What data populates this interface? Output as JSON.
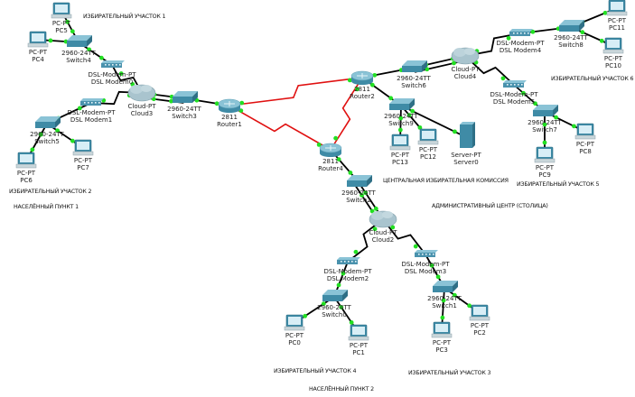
{
  "diagram": {
    "type": "network-topology",
    "tool": "Cisco Packet Tracer",
    "area_labels": [
      {
        "id": "area1",
        "text": "ИЗБИРАТЕЛЬНЫЙ УЧАСТОК 1"
      },
      {
        "id": "area2",
        "text": "ИЗБИРАТЕЛЬНЫЙ УЧАСТОК 2"
      },
      {
        "id": "settlement1",
        "text": "НАСЕЛЁННЫЙ ПУНКТ 1"
      },
      {
        "id": "central",
        "text": "ЦЕНТРАЛЬНАЯ ИЗБИРАТЕЛЬНАЯ КОМИССИЯ"
      },
      {
        "id": "admin",
        "text": "АДМИНИСТРАТИВНЫЙ ЦЕНТР (СТОЛИЦА)"
      },
      {
        "id": "area6",
        "text": "ИЗБИРАТЕЛЬНЫЙ УЧАСТОК 6"
      },
      {
        "id": "area5",
        "text": "ИЗБИРАТЕЛЬНЫЙ УЧАСТОК 5"
      },
      {
        "id": "area4",
        "text": "ИЗБИРАТЕЛЬНЫЙ УЧАСТОК 4"
      },
      {
        "id": "area3",
        "text": "ИЗБИРАТЕЛЬНЫЙ УЧАСТОК 3"
      },
      {
        "id": "settlement2",
        "text": "НАСЕЛЁННЫЙ ПУНКТ 2"
      }
    ],
    "nodes": [
      {
        "id": "PC5",
        "kind": "pc",
        "model": "PC-PT",
        "name": "PC5"
      },
      {
        "id": "PC4",
        "kind": "pc",
        "model": "PC-PT",
        "name": "PC4"
      },
      {
        "id": "Switch4",
        "kind": "switch",
        "model": "2960-24TT",
        "name": "Switch4"
      },
      {
        "id": "DSLModem0",
        "kind": "modem",
        "model": "DSL-Modem-PT",
        "name": "DSL Modem0"
      },
      {
        "id": "Cloud3",
        "kind": "cloud",
        "model": "Cloud-PT",
        "name": "Cloud3"
      },
      {
        "id": "Switch3",
        "kind": "switch",
        "model": "2960-24TT",
        "name": "Switch3"
      },
      {
        "id": "DSLModem1",
        "kind": "modem",
        "model": "DSL-Modem-PT",
        "name": "DSL Modem1"
      },
      {
        "id": "Switch5",
        "kind": "switch",
        "model": "2960-24TT",
        "name": "Switch5"
      },
      {
        "id": "PC6",
        "kind": "pc",
        "model": "PC-PT",
        "name": "PC6"
      },
      {
        "id": "PC7",
        "kind": "pc",
        "model": "PC-PT",
        "name": "PC7"
      },
      {
        "id": "Router1",
        "kind": "router",
        "model": "2811",
        "name": "Router1"
      },
      {
        "id": "Router2",
        "kind": "router",
        "model": "2811",
        "name": "Router2"
      },
      {
        "id": "Router4",
        "kind": "router",
        "model": "2811",
        "name": "Router4"
      },
      {
        "id": "Switch9",
        "kind": "switch",
        "model": "2960-24TT",
        "name": "Switch9"
      },
      {
        "id": "PC13",
        "kind": "pc",
        "model": "PC-PT",
        "name": "PC13"
      },
      {
        "id": "PC12",
        "kind": "pc",
        "model": "PC-PT",
        "name": "PC12"
      },
      {
        "id": "Server0",
        "kind": "server",
        "model": "Server-PT",
        "name": "Server0"
      },
      {
        "id": "Switch6",
        "kind": "switch",
        "model": "2960-24TT",
        "name": "Switch6"
      },
      {
        "id": "Cloud4",
        "kind": "cloud",
        "model": "Cloud-PT",
        "name": "Cloud4"
      },
      {
        "id": "DSLModem4",
        "kind": "modem",
        "model": "DSL-Modem-PT",
        "name": "DSL Modem4"
      },
      {
        "id": "Switch8",
        "kind": "switch",
        "model": "2960-24TT",
        "name": "Switch8"
      },
      {
        "id": "PC11",
        "kind": "pc",
        "model": "PC-PT",
        "name": "PC11"
      },
      {
        "id": "PC10",
        "kind": "pc",
        "model": "PC-PT",
        "name": "PC10"
      },
      {
        "id": "DSLModem5",
        "kind": "modem",
        "model": "DSL-Modem-PT",
        "name": "DSL Modem5"
      },
      {
        "id": "Switch7",
        "kind": "switch",
        "model": "2960-24TT",
        "name": "Switch7"
      },
      {
        "id": "PC8",
        "kind": "pc",
        "model": "PC-PT",
        "name": "PC8"
      },
      {
        "id": "PC9",
        "kind": "pc",
        "model": "PC-PT",
        "name": "PC9"
      },
      {
        "id": "Switch2",
        "kind": "switch",
        "model": "2960-24TT",
        "name": "Switch2"
      },
      {
        "id": "Cloud2",
        "kind": "cloud",
        "model": "Cloud-PT",
        "name": "Cloud2"
      },
      {
        "id": "DSLModem2",
        "kind": "modem",
        "model": "DSL-Modem-PT",
        "name": "DSL Modem2"
      },
      {
        "id": "DSLModem3",
        "kind": "modem",
        "model": "DSL-Modem-PT",
        "name": "DSL Modem3"
      },
      {
        "id": "Switch0",
        "kind": "switch",
        "model": "2960-24TT",
        "name": "Switch0"
      },
      {
        "id": "Switch1",
        "kind": "switch",
        "model": "2960-24TT",
        "name": "Switch1"
      },
      {
        "id": "PC0",
        "kind": "pc",
        "model": "PC-PT",
        "name": "PC0"
      },
      {
        "id": "PC1",
        "kind": "pc",
        "model": "PC-PT",
        "name": "PC1"
      },
      {
        "id": "PC3",
        "kind": "pc",
        "model": "PC-PT",
        "name": "PC3"
      },
      {
        "id": "PC2",
        "kind": "pc",
        "model": "PC-PT",
        "name": "PC2"
      }
    ],
    "links": [
      {
        "from": "PC5",
        "to": "Switch4",
        "type": "ethernet"
      },
      {
        "from": "PC4",
        "to": "Switch4",
        "type": "ethernet"
      },
      {
        "from": "Switch4",
        "to": "DSLModem0",
        "type": "ethernet"
      },
      {
        "from": "DSLModem0",
        "to": "Cloud3",
        "type": "phone"
      },
      {
        "from": "DSLModem1",
        "to": "Cloud3",
        "type": "phone"
      },
      {
        "from": "Switch5",
        "to": "DSLModem1",
        "type": "ethernet"
      },
      {
        "from": "Switch5",
        "to": "PC6",
        "type": "ethernet"
      },
      {
        "from": "Switch5",
        "to": "PC7",
        "type": "ethernet"
      },
      {
        "from": "Cloud3",
        "to": "Switch3",
        "type": "ethernet"
      },
      {
        "from": "Cloud3",
        "to": "Switch3",
        "type": "ethernet",
        "parallel": true
      },
      {
        "from": "Switch3",
        "to": "Router1",
        "type": "ethernet"
      },
      {
        "from": "Router1",
        "to": "Router2",
        "type": "serial"
      },
      {
        "from": "Router1",
        "to": "Router4",
        "type": "serial"
      },
      {
        "from": "Router2",
        "to": "Router4",
        "type": "serial"
      },
      {
        "from": "Router2",
        "to": "Switch6",
        "type": "ethernet"
      },
      {
        "from": "Router2",
        "to": "Switch9",
        "type": "ethernet"
      },
      {
        "from": "Switch9",
        "to": "PC13",
        "type": "ethernet"
      },
      {
        "from": "Switch9",
        "to": "PC12",
        "type": "ethernet"
      },
      {
        "from": "Switch9",
        "to": "Server0",
        "type": "ethernet"
      },
      {
        "from": "Switch6",
        "to": "Cloud4",
        "type": "ethernet"
      },
      {
        "from": "Switch6",
        "to": "Cloud4",
        "type": "ethernet",
        "parallel": true
      },
      {
        "from": "Cloud4",
        "to": "DSLModem4",
        "type": "phone"
      },
      {
        "from": "DSLModem4",
        "to": "Switch8",
        "type": "ethernet"
      },
      {
        "from": "Switch8",
        "to": "PC11",
        "type": "ethernet"
      },
      {
        "from": "Switch8",
        "to": "PC10",
        "type": "ethernet"
      },
      {
        "from": "Cloud4",
        "to": "DSLModem5",
        "type": "phone"
      },
      {
        "from": "DSLModem5",
        "to": "Switch7",
        "type": "ethernet"
      },
      {
        "from": "Switch7",
        "to": "PC8",
        "type": "ethernet"
      },
      {
        "from": "Switch7",
        "to": "PC9",
        "type": "ethernet"
      },
      {
        "from": "Router4",
        "to": "Switch2",
        "type": "ethernet"
      },
      {
        "from": "Switch2",
        "to": "Cloud2",
        "type": "ethernet"
      },
      {
        "from": "Switch2",
        "to": "Cloud2",
        "type": "ethernet",
        "parallel": true
      },
      {
        "from": "Cloud2",
        "to": "DSLModem2",
        "type": "phone"
      },
      {
        "from": "Cloud2",
        "to": "DSLModem3",
        "type": "phone"
      },
      {
        "from": "DSLModem2",
        "to": "Switch0",
        "type": "ethernet"
      },
      {
        "from": "Switch0",
        "to": "PC0",
        "type": "ethernet"
      },
      {
        "from": "Switch0",
        "to": "PC1",
        "type": "ethernet"
      },
      {
        "from": "DSLModem3",
        "to": "Switch1",
        "type": "ethernet"
      },
      {
        "from": "Switch1",
        "to": "PC3",
        "type": "ethernet"
      },
      {
        "from": "Switch1",
        "to": "PC2",
        "type": "ethernet"
      }
    ],
    "colors": {
      "ethernet": "#000000",
      "serial": "#e01010",
      "port_up": "#22e022",
      "device": "#4f93a8",
      "cloud": "#9bb8c4"
    }
  }
}
